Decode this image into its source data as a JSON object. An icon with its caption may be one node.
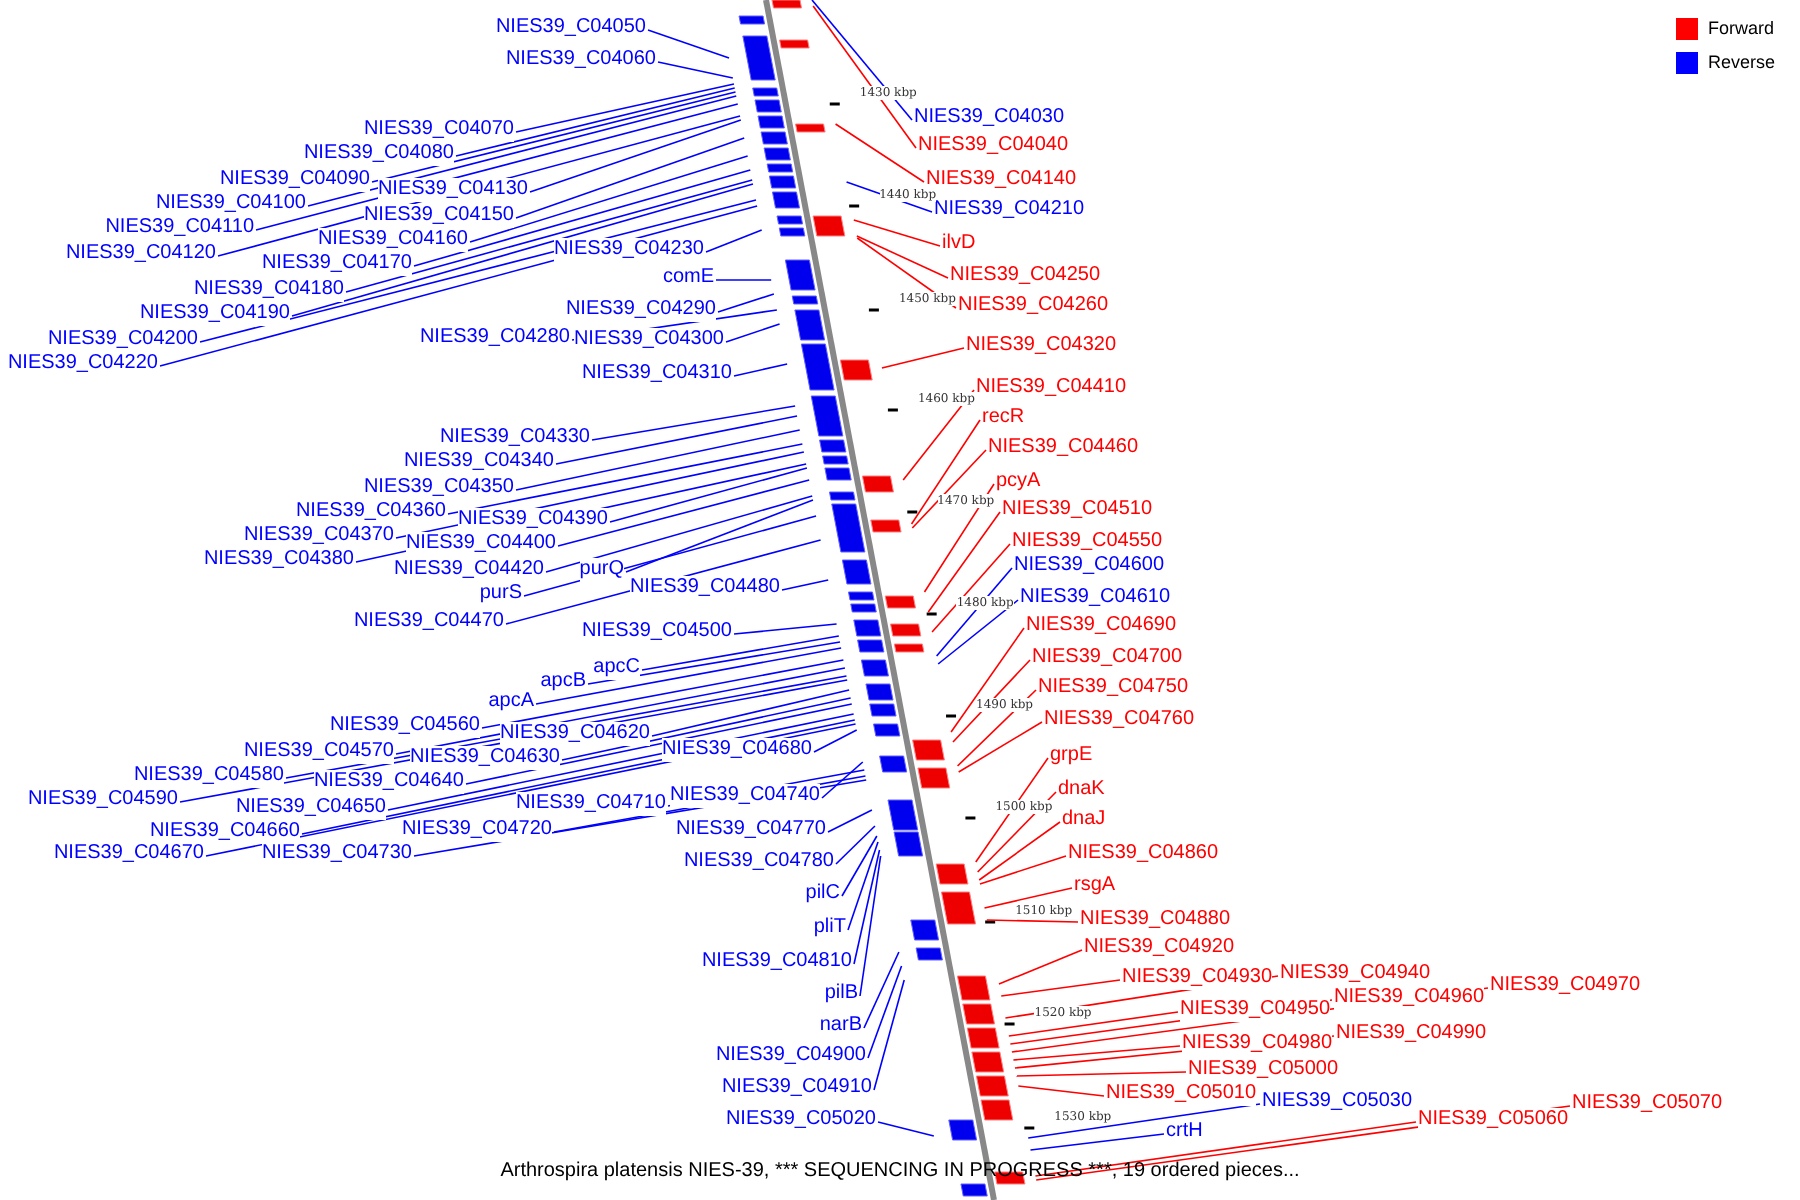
{
  "diagram": {
    "caption": "Arthrospira platensis NIES-39, *** SEQUENCING IN PROGRESS ***, 19 ordered pieces...",
    "nodes": [
      {
        "text": [
          "NIES39_C04050"
        ]
      },
      {
        "text": [
          "NIES39_C04060"
        ]
      },
      {
        "text": [
          "NIES39_C04070"
        ]
      },
      {
        "text": [
          "NIES39_C04080"
        ]
      },
      {
        "text": [
          "NIES39_C04090"
        ]
      },
      {
        "text": [
          "NIES39_C04130"
        ]
      },
      {
        "text": [
          "NIES39_C04100"
        ]
      },
      {
        "text": [
          "NIES39_C04150"
        ]
      },
      {
        "text": [
          "NIES39_C04110"
        ]
      },
      {
        "text": [
          "NIES39_C04160"
        ]
      },
      {
        "text": [
          "NIES39_C04120"
        ]
      },
      {
        "text": [
          "NIES39_C04230"
        ]
      },
      {
        "text": [
          "NIES39_C04170"
        ]
      },
      {
        "text": [
          "comE"
        ]
      },
      {
        "text": [
          "NIES39_C04180"
        ]
      },
      {
        "text": [
          "NIES39_C04290"
        ]
      },
      {
        "text": [
          "NIES39_C04190"
        ]
      },
      {
        "text": [
          "NIES39_C04280"
        ]
      },
      {
        "text": [
          "NIES39_C04300"
        ]
      },
      {
        "text": [
          "NIES39_C04200"
        ]
      },
      {
        "text": [
          "NIES39_C04220"
        ]
      },
      {
        "text": [
          "NIES39_C04310"
        ]
      },
      {
        "text": [
          "NIES39_C04330"
        ]
      },
      {
        "text": [
          "NIES39_C04340"
        ]
      },
      {
        "text": [
          "NIES39_C04350"
        ]
      },
      {
        "text": [
          "NIES39_C04360"
        ]
      },
      {
        "text": [
          "NIES39_C04390"
        ]
      },
      {
        "text": [
          "NIES39_C04370"
        ]
      },
      {
        "text": [
          "NIES39_C04400"
        ]
      },
      {
        "text": [
          "NIES39_C04380"
        ]
      },
      {
        "text": [
          "NIES39_C04420"
        ]
      },
      {
        "text": [
          "purQ"
        ]
      },
      {
        "text": [
          "purS"
        ]
      },
      {
        "text": [
          "NIES39_C04480"
        ]
      },
      {
        "text": [
          "NIES39_C04470"
        ]
      },
      {
        "text": [
          "NIES39_C04500"
        ]
      },
      {
        "text": [
          "apcC"
        ]
      },
      {
        "text": [
          "apcB"
        ]
      },
      {
        "text": [
          "apcA"
        ]
      },
      {
        "text": [
          "NIES39_C04560"
        ]
      },
      {
        "text": [
          "NIES39_C04620"
        ]
      },
      {
        "text": [
          "NIES39_C04570"
        ]
      },
      {
        "text": [
          "NIES39_C04630"
        ]
      },
      {
        "text": [
          "NIES39_C04680"
        ]
      },
      {
        "text": [
          "NIES39_C04580"
        ]
      },
      {
        "text": [
          "NIES39_C04640"
        ]
      },
      {
        "text": [
          "NIES39_C04590"
        ]
      },
      {
        "text": [
          "NIES39_C04740"
        ]
      },
      {
        "text": [
          "NIES39_C04650"
        ]
      },
      {
        "text": [
          "NIES39_C04710"
        ]
      },
      {
        "text": [
          "NIES39_C04660"
        ]
      },
      {
        "text": [
          "NIES39_C04720"
        ]
      },
      {
        "text": [
          "NIES39_C04770"
        ]
      },
      {
        "text": [
          "NIES39_C04670"
        ]
      },
      {
        "text": [
          "NIES39_C04730"
        ]
      },
      {
        "text": [
          "NIES39_C04780"
        ]
      },
      {
        "text": [
          "pilC"
        ]
      },
      {
        "text": [
          "pliT"
        ]
      },
      {
        "text": [
          "NIES39_C04810"
        ]
      },
      {
        "text": [
          "pilB"
        ]
      },
      {
        "text": [
          "narB"
        ]
      },
      {
        "text": [
          "NIES39_C04900"
        ]
      },
      {
        "text": [
          "NIES39_C04910"
        ]
      },
      {
        "text": [
          "NIES39_C05020"
        ]
      },
      {
        "text": [
          "NIES39_C04030"
        ]
      },
      {
        "text": [
          "NIES39_C04040"
        ]
      },
      {
        "text": [
          "NIES39_C04140"
        ]
      },
      {
        "text": [
          "NIES39_C04210"
        ]
      },
      {
        "text": [
          "ilvD"
        ]
      },
      {
        "text": [
          "NIES39_C04250"
        ]
      },
      {
        "text": [
          "NIES39_C04260"
        ]
      },
      {
        "text": [
          "NIES39_C04320"
        ]
      },
      {
        "text": [
          "NIES39_C04410"
        ]
      },
      {
        "text": [
          "recR"
        ]
      },
      {
        "text": [
          "NIES39_C04460"
        ]
      },
      {
        "text": [
          "pcyA"
        ]
      },
      {
        "text": [
          "NIES39_C04510"
        ]
      },
      {
        "text": [
          "NIES39_C04550"
        ]
      },
      {
        "text": [
          "NIES39_C04600"
        ]
      },
      {
        "text": [
          "NIES39_C04610"
        ]
      },
      {
        "text": [
          "NIES39_C04690"
        ]
      },
      {
        "text": [
          "NIES39_C04700"
        ]
      },
      {
        "text": [
          "NIES39_C04750"
        ]
      },
      {
        "text": [
          "NIES39_C04760"
        ]
      },
      {
        "text": [
          "grpE"
        ]
      },
      {
        "text": [
          "dnaK"
        ]
      },
      {
        "text": [
          "dnaJ"
        ]
      },
      {
        "text": [
          "NIES39_C04860"
        ]
      },
      {
        "text": [
          "rsgA"
        ]
      },
      {
        "text": [
          "NIES39_C04880"
        ]
      },
      {
        "text": [
          "NIES39_C04920"
        ]
      },
      {
        "text": [
          "NIES39_C04930"
        ]
      },
      {
        "text": [
          "NIES39_C04940"
        ]
      },
      {
        "text": [
          "NIES39_C04950"
        ]
      },
      {
        "text": [
          "NIES39_C04960"
        ]
      },
      {
        "text": [
          "NIES39_C04970"
        ]
      },
      {
        "text": [
          "NIES39_C04980"
        ]
      },
      {
        "text": [
          "NIES39_C04990"
        ]
      },
      {
        "text": [
          "NIES39_C05000"
        ]
      },
      {
        "text": [
          "NIES39_C05010"
        ]
      },
      {
        "text": [
          "NIES39_C05030"
        ]
      },
      {
        "text": [
          "crtH"
        ]
      },
      {
        "text": [
          "NIES39_C05060"
        ]
      },
      {
        "text": [
          "NIES39_C05070"
        ]
      }
    ],
    "edges": [
      {
        "from": 0,
        "to": null,
        "arrow": "none",
        "color": "#0000ff"
      },
      {
        "from": 1,
        "to": null,
        "arrow": "none",
        "color": "#0000ff"
      },
      {
        "from": 2,
        "to": null,
        "arrow": "none",
        "color": "#0000ff"
      },
      {
        "from": 3,
        "to": null,
        "arrow": "none",
        "color": "#0000ff"
      },
      {
        "from": 4,
        "to": null,
        "arrow": "none",
        "color": "#0000ff"
      },
      {
        "from": 5,
        "to": null,
        "arrow": "none",
        "color": "#0000ff"
      },
      {
        "from": 6,
        "to": null,
        "arrow": "none",
        "color": "#0000ff"
      },
      {
        "from": 7,
        "to": null,
        "arrow": "none",
        "color": "#0000ff"
      },
      {
        "from": 8,
        "to": null,
        "arrow": "none",
        "color": "#0000ff"
      },
      {
        "from": 9,
        "to": null,
        "arrow": "none",
        "color": "#0000ff"
      },
      {
        "from": 10,
        "to": null,
        "arrow": "none",
        "color": "#0000ff"
      },
      {
        "from": 11,
        "to": null,
        "arrow": "none",
        "color": "#0000ff"
      },
      {
        "from": 12,
        "to": null,
        "arrow": "none",
        "color": "#0000ff"
      },
      {
        "from": 13,
        "to": null,
        "arrow": "none",
        "color": "#0000ff"
      },
      {
        "from": 14,
        "to": null,
        "arrow": "none",
        "color": "#0000ff"
      },
      {
        "from": 15,
        "to": null,
        "arrow": "none",
        "color": "#0000ff"
      },
      {
        "from": 16,
        "to": null,
        "arrow": "none",
        "color": "#0000ff"
      },
      {
        "from": 17,
        "to": null,
        "arrow": "none",
        "color": "#0000ff"
      },
      {
        "from": 18,
        "to": null,
        "arrow": "none",
        "color": "#0000ff"
      },
      {
        "from": 19,
        "to": null,
        "arrow": "none",
        "color": "#0000ff"
      },
      {
        "from": 20,
        "to": null,
        "arrow": "none",
        "color": "#0000ff"
      },
      {
        "from": 21,
        "to": null,
        "arrow": "none",
        "color": "#0000ff"
      },
      {
        "from": 22,
        "to": null,
        "arrow": "none",
        "color": "#0000ff"
      },
      {
        "from": 23,
        "to": null,
        "arrow": "none",
        "color": "#0000ff"
      },
      {
        "from": 24,
        "to": null,
        "arrow": "none",
        "color": "#0000ff"
      },
      {
        "from": 25,
        "to": null,
        "arrow": "none",
        "color": "#0000ff"
      },
      {
        "from": 26,
        "to": null,
        "arrow": "none",
        "color": "#0000ff"
      },
      {
        "from": 27,
        "to": null,
        "arrow": "none",
        "color": "#0000ff"
      },
      {
        "from": 28,
        "to": null,
        "arrow": "none",
        "color": "#0000ff"
      },
      {
        "from": 29,
        "to": null,
        "arrow": "none",
        "color": "#0000ff"
      },
      {
        "from": 30,
        "to": null,
        "arrow": "none",
        "color": "#0000ff"
      },
      {
        "from": 31,
        "to": null,
        "arrow": "none",
        "color": "#0000ff"
      },
      {
        "from": 32,
        "to": null,
        "arrow": "none",
        "color": "#0000ff"
      },
      {
        "from": 33,
        "to": null,
        "arrow": "none",
        "color": "#0000ff"
      },
      {
        "from": 34,
        "to": null,
        "arrow": "none",
        "color": "#0000ff"
      },
      {
        "from": 35,
        "to": null,
        "arrow": "none",
        "color": "#0000ff"
      },
      {
        "from": 36,
        "to": null,
        "arrow": "none",
        "color": "#0000ff"
      },
      {
        "from": 37,
        "to": null,
        "arrow": "none",
        "color": "#0000ff"
      },
      {
        "from": 38,
        "to": null,
        "arrow": "none",
        "color": "#0000ff"
      },
      {
        "from": 39,
        "to": null,
        "arrow": "none",
        "color": "#0000ff"
      },
      {
        "from": 40,
        "to": null,
        "arrow": "none",
        "color": "#0000ff"
      },
      {
        "from": 41,
        "to": null,
        "arrow": "none",
        "color": "#0000ff"
      },
      {
        "from": 42,
        "to": null,
        "arrow": "none",
        "color": "#0000ff"
      },
      {
        "from": 43,
        "to": null,
        "arrow": "none",
        "color": "#0000ff"
      },
      {
        "from": 44,
        "to": null,
        "arrow": "none",
        "color": "#0000ff"
      },
      {
        "from": 45,
        "to": null,
        "arrow": "none",
        "color": "#0000ff"
      },
      {
        "from": 46,
        "to": null,
        "arrow": "none",
        "color": "#0000ff"
      },
      {
        "from": 47,
        "to": null,
        "arrow": "none",
        "color": "#0000ff"
      },
      {
        "from": 48,
        "to": null,
        "arrow": "none",
        "color": "#0000ff"
      },
      {
        "from": 49,
        "to": null,
        "arrow": "none",
        "color": "#0000ff"
      },
      {
        "from": 50,
        "to": null,
        "arrow": "none",
        "color": "#0000ff"
      },
      {
        "from": 51,
        "to": null,
        "arrow": "none",
        "color": "#0000ff"
      },
      {
        "from": 52,
        "to": null,
        "arrow": "none",
        "color": "#0000ff"
      },
      {
        "from": 53,
        "to": null,
        "arrow": "none",
        "color": "#0000ff"
      },
      {
        "from": 54,
        "to": null,
        "arrow": "none",
        "color": "#0000ff"
      },
      {
        "from": 55,
        "to": null,
        "arrow": "none",
        "color": "#0000ff"
      },
      {
        "from": 56,
        "to": null,
        "arrow": "none",
        "color": "#0000ff"
      },
      {
        "from": 57,
        "to": null,
        "arrow": "none",
        "color": "#0000ff"
      },
      {
        "from": 58,
        "to": null,
        "arrow": "none",
        "color": "#0000ff"
      },
      {
        "from": 59,
        "to": null,
        "arrow": "none",
        "color": "#0000ff"
      },
      {
        "from": 60,
        "to": null,
        "arrow": "none",
        "color": "#0000ff"
      },
      {
        "from": 61,
        "to": null,
        "arrow": "none",
        "color": "#0000ff"
      },
      {
        "from": 62,
        "to": null,
        "arrow": "none",
        "color": "#0000ff"
      },
      {
        "from": 63,
        "to": null,
        "arrow": "none",
        "color": "#0000ff"
      },
      {
        "from": 64,
        "to": null,
        "arrow": "none",
        "color": "#0000ff"
      },
      {
        "from": 65,
        "to": null,
        "arrow": "none",
        "color": "#ff0000"
      },
      {
        "from": 66,
        "to": null,
        "arrow": "none",
        "color": "#ff0000"
      },
      {
        "from": 67,
        "to": null,
        "arrow": "none",
        "color": "#0000ff"
      },
      {
        "from": 68,
        "to": null,
        "arrow": "none",
        "color": "#ff0000"
      },
      {
        "from": 69,
        "to": null,
        "arrow": "none",
        "color": "#ff0000"
      },
      {
        "from": 70,
        "to": null,
        "arrow": "none",
        "color": "#ff0000"
      },
      {
        "from": 71,
        "to": null,
        "arrow": "none",
        "color": "#ff0000"
      },
      {
        "from": 72,
        "to": null,
        "arrow": "none",
        "color": "#ff0000"
      },
      {
        "from": 73,
        "to": null,
        "arrow": "none",
        "color": "#ff0000"
      },
      {
        "from": 74,
        "to": null,
        "arrow": "none",
        "color": "#ff0000"
      },
      {
        "from": 75,
        "to": null,
        "arrow": "none",
        "color": "#ff0000"
      },
      {
        "from": 76,
        "to": null,
        "arrow": "none",
        "color": "#ff0000"
      },
      {
        "from": 77,
        "to": null,
        "arrow": "none",
        "color": "#ff0000"
      },
      {
        "from": 78,
        "to": null,
        "arrow": "none",
        "color": "#0000ff"
      },
      {
        "from": 79,
        "to": null,
        "arrow": "none",
        "color": "#0000ff"
      },
      {
        "from": 80,
        "to": null,
        "arrow": "none",
        "color": "#ff0000"
      },
      {
        "from": 81,
        "to": null,
        "arrow": "none",
        "color": "#ff0000"
      },
      {
        "from": 82,
        "to": null,
        "arrow": "none",
        "color": "#ff0000"
      },
      {
        "from": 83,
        "to": null,
        "arrow": "none",
        "color": "#ff0000"
      },
      {
        "from": 84,
        "to": null,
        "arrow": "none",
        "color": "#ff0000"
      },
      {
        "from": 85,
        "to": null,
        "arrow": "none",
        "color": "#ff0000"
      },
      {
        "from": 86,
        "to": null,
        "arrow": "none",
        "color": "#ff0000"
      },
      {
        "from": 87,
        "to": null,
        "arrow": "none",
        "color": "#ff0000"
      },
      {
        "from": 88,
        "to": null,
        "arrow": "none",
        "color": "#ff0000"
      },
      {
        "from": 89,
        "to": null,
        "arrow": "none",
        "color": "#ff0000"
      },
      {
        "from": 90,
        "to": null,
        "arrow": "none",
        "color": "#ff0000"
      },
      {
        "from": 91,
        "to": null,
        "arrow": "none",
        "color": "#ff0000"
      },
      {
        "from": 92,
        "to": null,
        "arrow": "none",
        "color": "#ff0000"
      },
      {
        "from": 93,
        "to": null,
        "arrow": "none",
        "color": "#ff0000"
      },
      {
        "from": 94,
        "to": null,
        "arrow": "none",
        "color": "#ff0000"
      },
      {
        "from": 95,
        "to": null,
        "arrow": "none",
        "color": "#ff0000"
      },
      {
        "from": 96,
        "to": null,
        "arrow": "none",
        "color": "#ff0000"
      },
      {
        "from": 97,
        "to": null,
        "arrow": "none",
        "color": "#ff0000"
      },
      {
        "from": 98,
        "to": null,
        "arrow": "none",
        "color": "#ff0000"
      },
      {
        "from": 99,
        "to": null,
        "arrow": "none",
        "color": "#ff0000"
      },
      {
        "from": 100,
        "to": null,
        "arrow": "none",
        "color": "#0000ff"
      },
      {
        "from": 101,
        "to": null,
        "arrow": "none",
        "color": "#0000ff"
      },
      {
        "from": 102,
        "to": null,
        "arrow": "none",
        "color": "#ff0000"
      },
      {
        "from": 103,
        "to": null,
        "arrow": "none",
        "color": "#ff0000"
      }
    ],
    "labels": [
      "1430 kbp",
      "1440 kbp",
      "1450 kbp",
      "1460 kbp",
      "1470 kbp",
      "1480 kbp",
      "1490 kbp",
      "1500 kbp",
      "1510 kbp",
      "1520 kbp",
      "1530 kbp"
    ],
    "legend": [
      {
        "text": "Forward",
        "color": "#ff0000"
      },
      {
        "text": "Reverse",
        "color": "#0000ff"
      }
    ]
  }
}
